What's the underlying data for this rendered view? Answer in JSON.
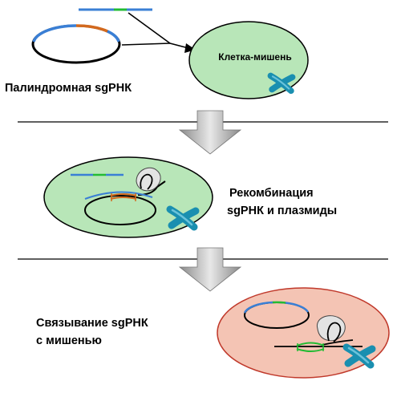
{
  "title": "",
  "labels": {
    "target_cell": "Клетка-мишень",
    "palindromic_sgrna": "Палиндромная sgРНК",
    "recombination_line1": "Рекомбинация",
    "recombination_line2": "sgРНК и плазмиды",
    "binding_line1": "Связывание sgРНК",
    "binding_line2": "с мишенью"
  },
  "colors": {
    "cell_green": "#b8e6b8",
    "cell_red": "#f4c4b4",
    "cell_red_border": "#c0392b",
    "sg_blue": "#3a7fd5",
    "sg_green": "#22bb33",
    "plasmid_orange": "#d2691e",
    "chromosome": "#1a8fb0",
    "arrow_gray": "#9a9a9a"
  },
  "icons": {
    "chromosome": "x-shaped-chromosome-icon",
    "step_arrow": "down-arrow-icon",
    "plasmid": "circular-dna-icon"
  }
}
